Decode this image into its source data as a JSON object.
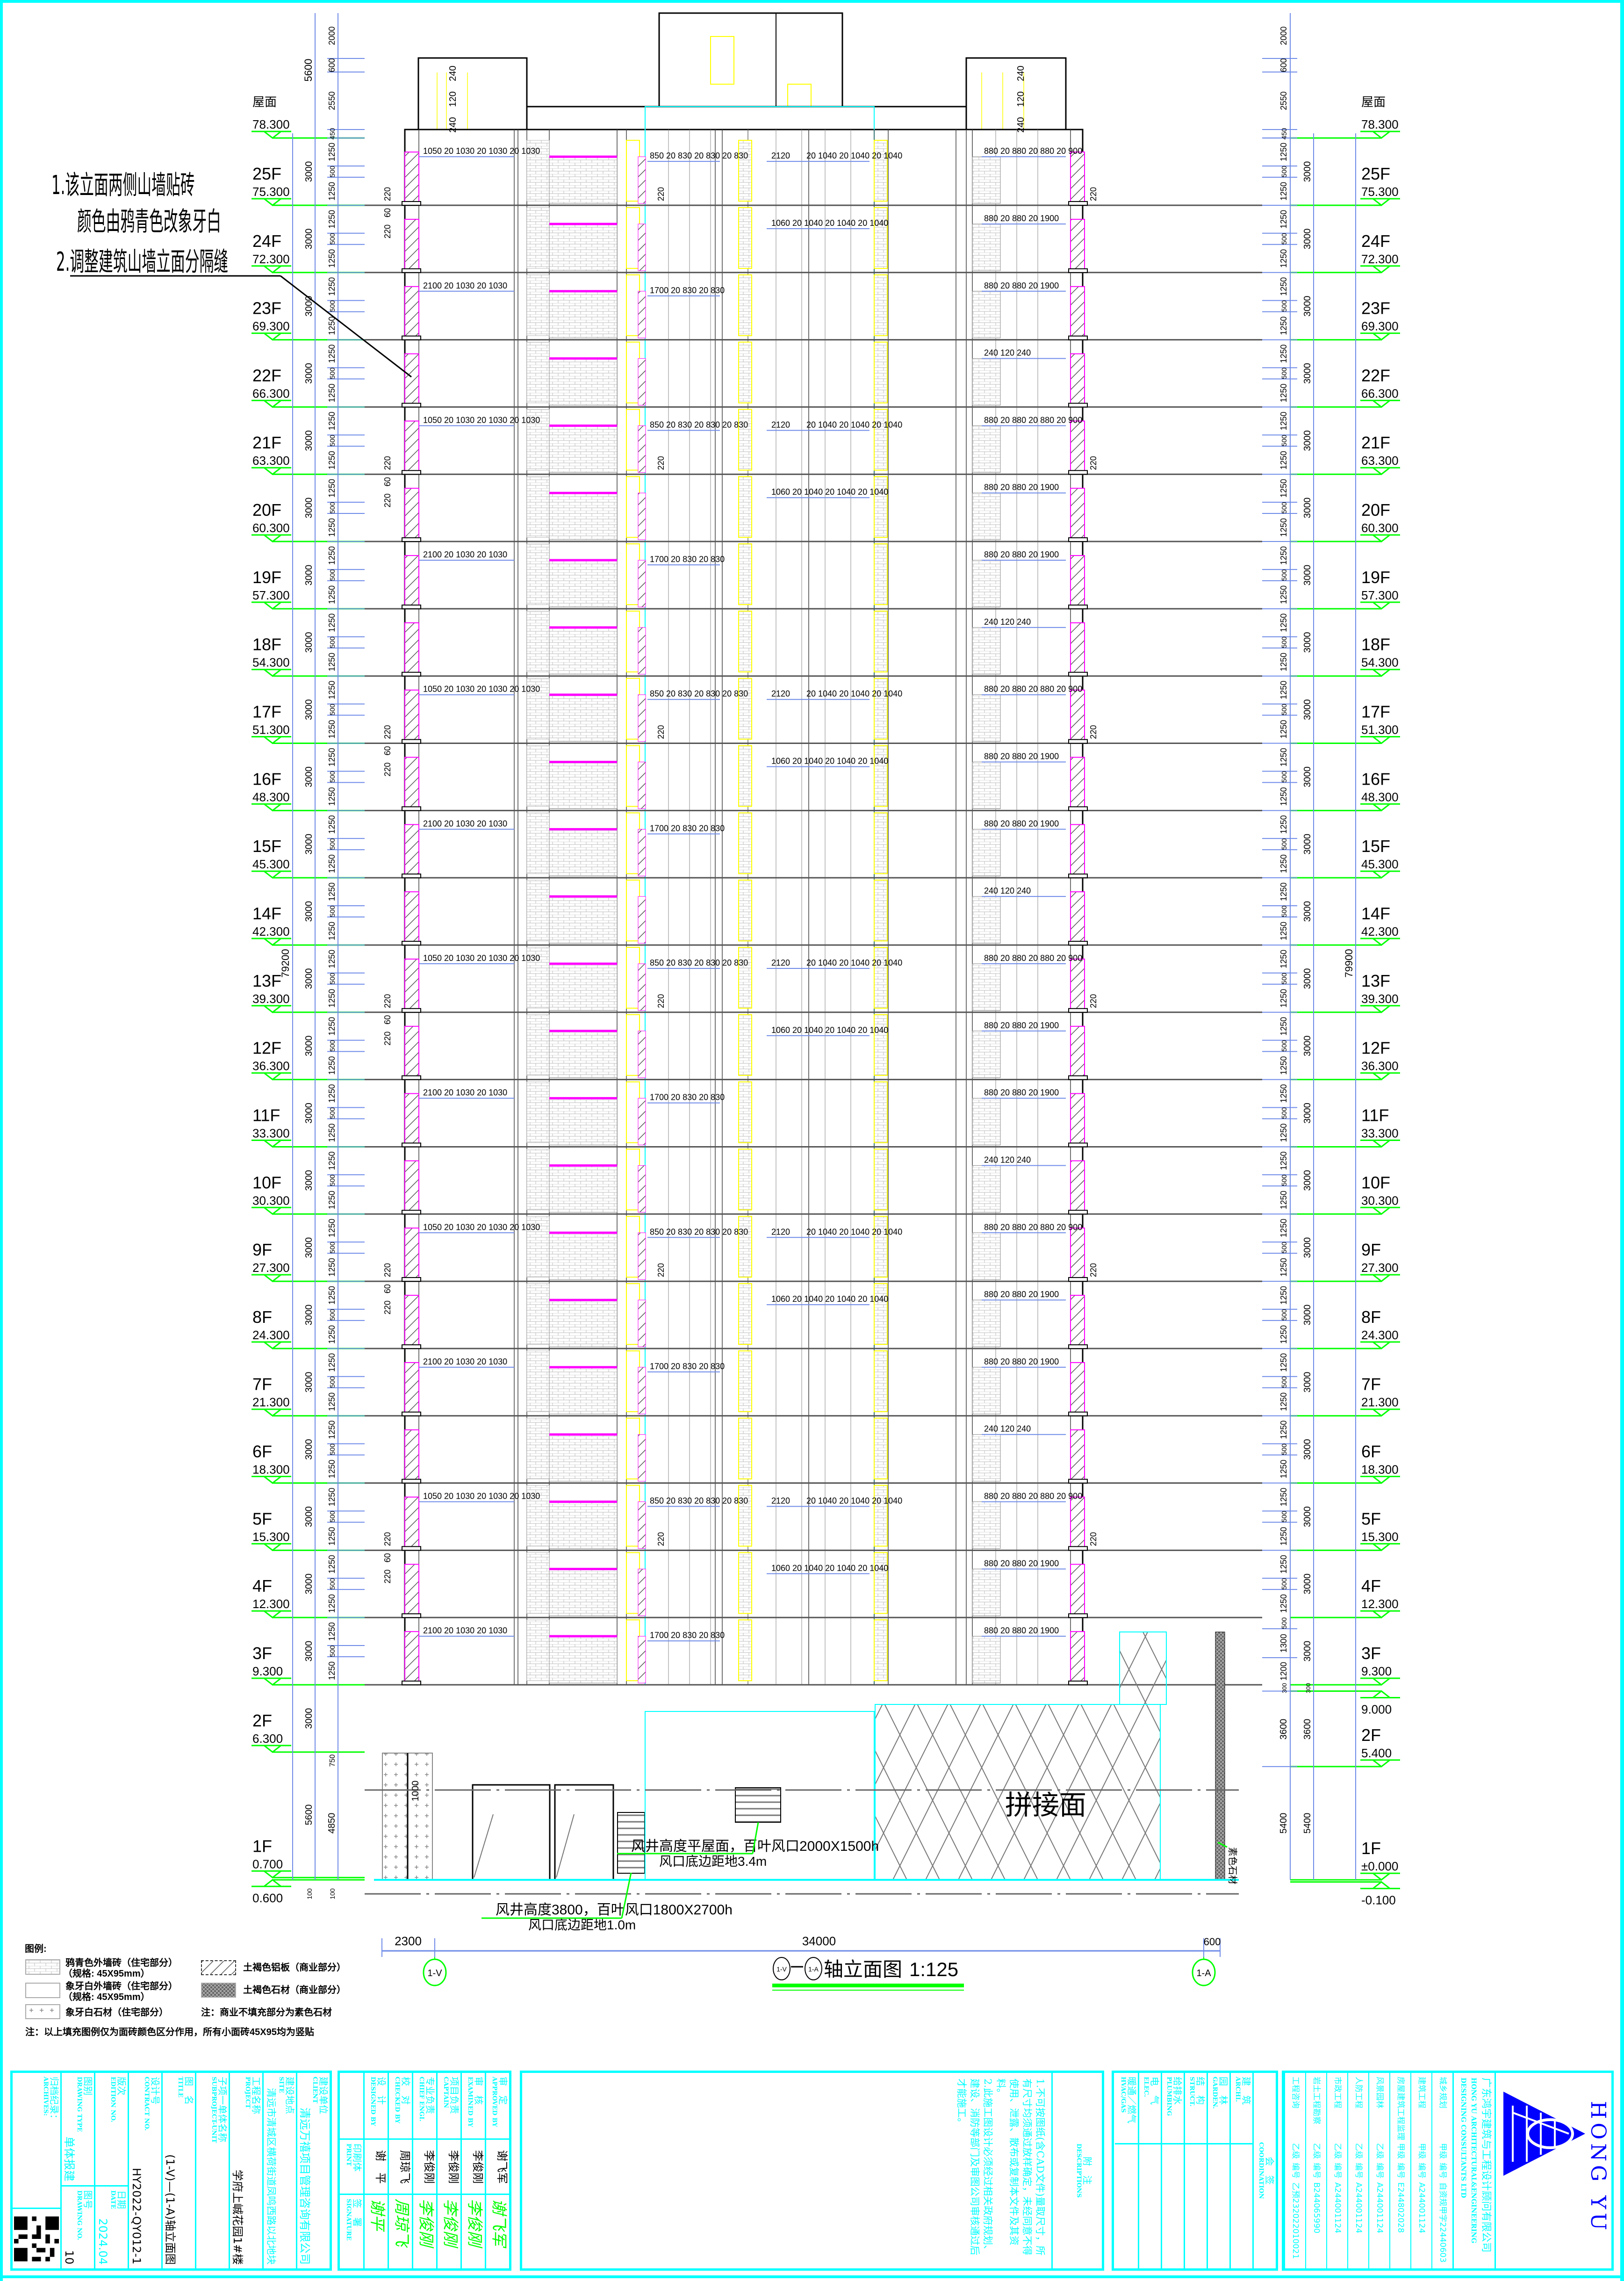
{
  "annotation": {
    "line1": "1.该立面两侧山墙贴砖",
    "line2": "颜色由鸦青色改象牙白",
    "line3": "2.调整建筑山墙立面分隔缝"
  },
  "levels_left": [
    {
      "floor": "屋面",
      "elev": "78.300",
      "value": 78.3
    },
    {
      "floor": "25F",
      "elev": "75.300",
      "value": 75.3
    },
    {
      "floor": "24F",
      "elev": "72.300",
      "value": 72.3
    },
    {
      "floor": "23F",
      "elev": "69.300",
      "value": 69.3
    },
    {
      "floor": "22F",
      "elev": "66.300",
      "value": 66.3
    },
    {
      "floor": "21F",
      "elev": "63.300",
      "value": 63.3
    },
    {
      "floor": "20F",
      "elev": "60.300",
      "value": 60.3
    },
    {
      "floor": "19F",
      "elev": "57.300",
      "value": 57.3
    },
    {
      "floor": "18F",
      "elev": "54.300",
      "value": 54.3
    },
    {
      "floor": "17F",
      "elev": "51.300",
      "value": 51.3
    },
    {
      "floor": "16F",
      "elev": "48.300",
      "value": 48.3
    },
    {
      "floor": "15F",
      "elev": "45.300",
      "value": 45.3
    },
    {
      "floor": "14F",
      "elev": "42.300",
      "value": 42.3
    },
    {
      "floor": "13F",
      "elev": "39.300",
      "value": 39.3
    },
    {
      "floor": "12F",
      "elev": "36.300",
      "value": 36.3
    },
    {
      "floor": "11F",
      "elev": "33.300",
      "value": 33.3
    },
    {
      "floor": "10F",
      "elev": "30.300",
      "value": 30.3
    },
    {
      "floor": "9F",
      "elev": "27.300",
      "value": 27.3
    },
    {
      "floor": "8F",
      "elev": "24.300",
      "value": 24.3
    },
    {
      "floor": "7F",
      "elev": "21.300",
      "value": 21.3
    },
    {
      "floor": "6F",
      "elev": "18.300",
      "value": 18.3
    },
    {
      "floor": "5F",
      "elev": "15.300",
      "value": 15.3
    },
    {
      "floor": "4F",
      "elev": "12.300",
      "value": 12.3
    },
    {
      "floor": "3F",
      "elev": "9.300",
      "value": 9.3
    },
    {
      "floor": "2F",
      "elev": "6.300",
      "value": 6.3
    },
    {
      "floor": "1F",
      "elev": "0.700",
      "value": 0.7
    },
    {
      "floor": "",
      "elev": "0.600",
      "value": 0.6
    }
  ],
  "levels_right": [
    {
      "floor": "屋面",
      "elev": "78.300",
      "value": 78.3
    },
    {
      "floor": "25F",
      "elev": "75.300",
      "value": 75.3
    },
    {
      "floor": "24F",
      "elev": "72.300",
      "value": 72.3
    },
    {
      "floor": "23F",
      "elev": "69.300",
      "value": 69.3
    },
    {
      "floor": "22F",
      "elev": "66.300",
      "value": 66.3
    },
    {
      "floor": "21F",
      "elev": "63.300",
      "value": 63.3
    },
    {
      "floor": "20F",
      "elev": "60.300",
      "value": 60.3
    },
    {
      "floor": "19F",
      "elev": "57.300",
      "value": 57.3
    },
    {
      "floor": "18F",
      "elev": "54.300",
      "value": 54.3
    },
    {
      "floor": "17F",
      "elev": "51.300",
      "value": 51.3
    },
    {
      "floor": "16F",
      "elev": "48.300",
      "value": 48.3
    },
    {
      "floor": "15F",
      "elev": "45.300",
      "value": 45.3
    },
    {
      "floor": "14F",
      "elev": "42.300",
      "value": 42.3
    },
    {
      "floor": "13F",
      "elev": "39.300",
      "value": 39.3
    },
    {
      "floor": "12F",
      "elev": "36.300",
      "value": 36.3
    },
    {
      "floor": "11F",
      "elev": "33.300",
      "value": 33.3
    },
    {
      "floor": "10F",
      "elev": "30.300",
      "value": 30.3
    },
    {
      "floor": "9F",
      "elev": "27.300",
      "value": 27.3
    },
    {
      "floor": "8F",
      "elev": "24.300",
      "value": 24.3
    },
    {
      "floor": "7F",
      "elev": "21.300",
      "value": 21.3
    },
    {
      "floor": "6F",
      "elev": "18.300",
      "value": 18.3
    },
    {
      "floor": "5F",
      "elev": "15.300",
      "value": 15.3
    },
    {
      "floor": "4F",
      "elev": "12.300",
      "value": 12.3
    },
    {
      "floor": "3F",
      "elev": "9.300",
      "value": 9.3
    },
    {
      "floor": "",
      "elev": "9.000",
      "value": 9.0
    },
    {
      "floor": "2F",
      "elev": "5.400",
      "value": 5.4
    },
    {
      "floor": "1F",
      "elev": "±0.000",
      "value": 0.0
    },
    {
      "floor": "",
      "elev": "-0.100",
      "value": -0.1
    }
  ],
  "dims": {
    "top": [
      "2000",
      "600",
      "2550",
      "450"
    ],
    "top_total": "5600",
    "total_left": "79200",
    "total_right": "79900",
    "floor": "3000",
    "sub": [
      "1250",
      "500",
      "1250"
    ],
    "podium_left": [
      "5600",
      "3000",
      "4850",
      "750",
      "100",
      "100",
      "1000"
    ],
    "podium_right": [
      "5400",
      "5400",
      "3600",
      "3600",
      "1200",
      "1300",
      "300",
      "300"
    ],
    "parapet": [
      "240",
      "120",
      "240"
    ],
    "small": [
      "220",
      "60",
      "220",
      "20"
    ]
  },
  "window_dims": [
    {
      "left": "1050 20 1030 20 1030 20 1030",
      "center": "850 20 830 20 830 20 830",
      "center2": "2120",
      "center3": "20 1040 20 1040 20 1040",
      "right": "880 20 880 20 880 20 900"
    },
    {
      "left": "",
      "center": "",
      "center2": "1060 20 1040 20 1040 20 1040",
      "center3": "",
      "right": "880 20 880 20 1900"
    },
    {
      "left": "2100 20 1030 20 1030",
      "center": "1700 20 830 20 830",
      "center2": "",
      "center3": "",
      "right": "880 20 880 20 1900"
    },
    {
      "left": "",
      "center": "",
      "center2": "",
      "center3": "",
      "right": "240 120 240"
    }
  ],
  "podium": {
    "vent1": "风井高度3800，百叶风口1800X2700h",
    "vent1_b": "风口底边距地1.0m",
    "vent2": "风井高度平屋面，百叶风口2000X1500h",
    "vent2_b": "风口底边距地3.4m",
    "splice": "拼接面",
    "stone": "素色石材"
  },
  "plan_dims": [
    "2300",
    "34000",
    "600"
  ],
  "axes": [
    "1-V",
    "1-A"
  ],
  "drawing_title": {
    "axis_from": "1-V",
    "axis_to": "1-A",
    "text": "轴立面图",
    "scale": "1:125"
  },
  "legend": {
    "title": "图例:",
    "items": [
      {
        "label": "鸦青色外墙砖（住宅部分）",
        "sub": "（规格: 45X95mm）"
      },
      {
        "label": "象牙白外墙砖（住宅部分）",
        "sub": "（规格: 45X95mm）"
      },
      {
        "label": "象牙白石材（住宅部分）",
        "sub": ""
      },
      {
        "label": "土褐色铝板（商业部分）",
        "sub": ""
      },
      {
        "label": "土褐色石材（商业部分）",
        "sub": ""
      }
    ],
    "note_commercial": "注：商业不填充部分为素色石材",
    "footnote": "注：以上填充图例仅为面砖颜色区分作用，所有小面砖45X95均为竖贴"
  },
  "title_block": {
    "info": [
      {
        "label": "建设单位",
        "en": "CLIENT",
        "value": "清远万禧项目管理咨询有限公司"
      },
      {
        "label": "建设地点",
        "en": "SITE",
        "value": "清远市清城区横荷街道凤鸣西路以北地块"
      },
      {
        "label": "工程名称",
        "en": "PROJECT",
        "value": "学府上峸花园1#楼"
      },
      {
        "label": "子项一单体名称",
        "en": "SUBPROJECT-UNIT",
        "value": ""
      },
      {
        "label": "图　名",
        "en": "TITLE",
        "value": "(1-V)—(1-A)轴立面图"
      },
      {
        "label": "设计号",
        "en": "CONTRACT NO.",
        "value": "HY2022-QY012-1"
      }
    ],
    "edition": {
      "label": "版次",
      "en": "EDITION NO.",
      "value": ""
    },
    "date": {
      "label": "日期",
      "en": "DATE",
      "value": "2024.04"
    },
    "drawing_type": {
      "label": "图别",
      "en": "DRAWING TYPE",
      "value": "单体报建"
    },
    "drawing_no": {
      "label": "图号",
      "en": "DRAWING NO.",
      "value": "10"
    },
    "archives": {
      "label": "归档纪录：",
      "en": "ARCHIVES:"
    },
    "signatures": [
      {
        "role": "审　定",
        "en": "APPROVED BY",
        "name": "谢飞军",
        "sig": "谢飞军"
      },
      {
        "role": "审　核",
        "en": "EXAMINED BY",
        "name": "李俊刚",
        "sig": "李俊刚"
      },
      {
        "role": "项目负责",
        "en": "CAPTAIN",
        "name": "李俊刚",
        "sig": "李俊刚"
      },
      {
        "role": "专业负责",
        "en": "CHIEF ENGI.",
        "name": "李俊刚",
        "sig": "李俊刚"
      },
      {
        "role": "校　对",
        "en": "CHECKED BY",
        "name": "周琼飞",
        "sig": "周琼飞"
      },
      {
        "role": "设　计",
        "en": "DESIGNED BY",
        "name": "谢　平",
        "sig": "谢平"
      }
    ],
    "print_label": {
      "label": "印刷体",
      "en": "PRINT"
    },
    "signature_label": {
      "label": "签　署",
      "en": "SIGNATURE"
    },
    "descriptions": {
      "label": "附　注",
      "en": "DESCRIPTIONS",
      "items": [
        "1.不可按图纸(含CAD文件)量取尺寸，所有尺寸均须通过放样确定，未经同意不得使用、泄露、散布或复制本文件及其资料。",
        "2.此施工图设计必须经过相关政府规划、建设、消防等部门及审图公司审核通过后才能施工。"
      ]
    },
    "coordination": {
      "label": "会　签",
      "en": "COORDINATION",
      "items": [
        {
          "label": "建　筑",
          "en": "ARCHI."
        },
        {
          "label": "园　林",
          "en": "GARDEN."
        },
        {
          "label": "结　构",
          "en": "STRUCT."
        },
        {
          "label": "给排水",
          "en": "PLUMBING"
        },
        {
          "label": "电　气",
          "en": "ELEC."
        },
        {
          "label": "暖通／燃气",
          "en": "HVAC/GAS"
        }
      ]
    },
    "company": {
      "logo_text": "HONG YU",
      "name_cn": "广东鸿宇建筑与工程设计顾问有限公司",
      "name_en": "HONG YU ARCHITECTURAL&ENGINEERING",
      "name_en2": "DESIGNING CONSULTANTS LTD",
      "qualifications": [
        {
          "field": "城乡规划",
          "grade": "甲级",
          "no_label": "编号",
          "no": "自资规甲字22440603"
        },
        {
          "field": "建筑工程",
          "grade": "甲级",
          "no_label": "编号",
          "no": "A244001124"
        },
        {
          "field": "房屋建筑工程监理",
          "grade": "甲级",
          "no_label": "编号",
          "no": "E244802028"
        },
        {
          "field": "风景园林",
          "grade": "乙级",
          "no_label": "编号",
          "no": "A244001124"
        },
        {
          "field": "人防工程",
          "grade": "乙级",
          "no_label": "编号",
          "no": "A244001124"
        },
        {
          "field": "市政工程",
          "grade": "乙级",
          "no_label": "编号",
          "no": "A244001124"
        },
        {
          "field": "岩土工程勘察",
          "grade": "乙级",
          "no_label": "编号",
          "no": "B244065990"
        },
        {
          "field": "工程咨询",
          "grade": "乙级",
          "no_label": "编号",
          "no": "乙预232022010021"
        }
      ]
    }
  },
  "colors": {
    "frame": "#00ffff",
    "level": "#00ff00",
    "dim": "#6f8be8",
    "window": "#ff00ff",
    "slat": "#ffff00",
    "logo": "#0000ff"
  }
}
